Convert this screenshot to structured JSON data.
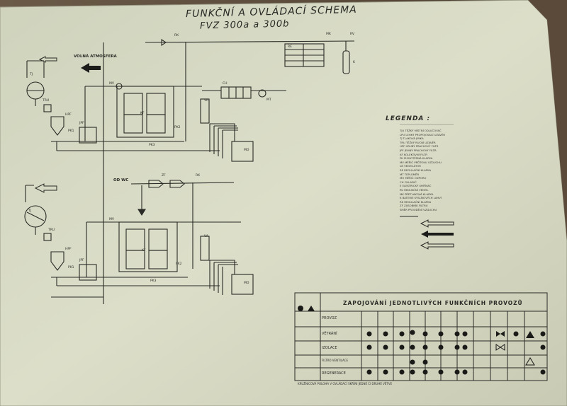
{
  "poster": {
    "title_line1": "FUNKČNÍ A OVLÁDACÍ SCHEMA",
    "title_line2": "FVZ 300a a 300b",
    "exhaust_label": "VOLNÁ ATMOSFERA",
    "intake_label": "OD WC",
    "legend_title": "LEGENDA :",
    "table_title": "ZAPOJOVÁNÍ JEDNOTLIVÝCH FUNKČNÍCH PROVOZŮ",
    "row_labels": [
      "PROVOZ",
      "VĚTRÁNÍ",
      "IZOLACE",
      "FILTRO VENTILACE",
      "REGENERACE"
    ],
    "tags": {
      "tj": "TJ",
      "tru": "TRU",
      "hpf": "HPF",
      "jpf": "JPF",
      "pk1": "PK1",
      "pk2": "PK2",
      "pk3": "PK3",
      "mv": "MV",
      "kf": "KF",
      "va": "VA",
      "mo": "MO",
      "mt": "MT",
      "rk": "RK",
      "ch": "CH",
      "re": "RE",
      "mk": "MK",
      "rv": "RV",
      "k": "K",
      "zf": "ZF"
    },
    "legend_items": [
      "TJU TĚŽKÝ MÍSTNÍ ODLUČOVAČ",
      "LPU LEHKÝ PROPOJOVACÍ UZÁVĚR",
      "TJ TLAKOVÁ JÍMKA",
      "TRU TĚŽKÝ RUČNÍ UZÁVĚR",
      "HPF HRUBÝ PRACHOVÝ FILTR",
      "JPF JEMNÝ PRACHOVÝ FILTR",
      "KF KOLEKTIVNÍ FILTR",
      "PK PLYNOTĚSNÁ KLAPKA",
      "MV MĚŘIČ PRŮTOKU VZDUCHU",
      "VA VENTILÁTOR",
      "RE REGULAČNÍ KLAPKA",
      "MT TEPLOMĚR",
      "MO MĚŘIČ ODPORU",
      "CH CHLADIČ",
      "E ELEKTRICKÝ OHŘÍVAČ",
      "RV REDUKČNÍ VENTIL",
      "MK PŘETLAKOVÁ KLAPKA",
      "K BATERIE KYSLÍKOVÝCH LAHVÍ",
      "RK REGULAČNÍ KLAPKA",
      "ZF ZÁSOBNÍK FILTRU",
      "SMĚR PROUDĚNÍ VZDUCHU"
    ],
    "bottom_note": "KRUŽNICOVÁ POLOHA V OVLÁDACÍ SKŘÍNI JEDNÉ ČI DRUHÉ VĚTVE",
    "colors": {
      "paper": "#d9dbc6",
      "ink": "#2a2a26",
      "wall": "#5a4a3a"
    }
  }
}
